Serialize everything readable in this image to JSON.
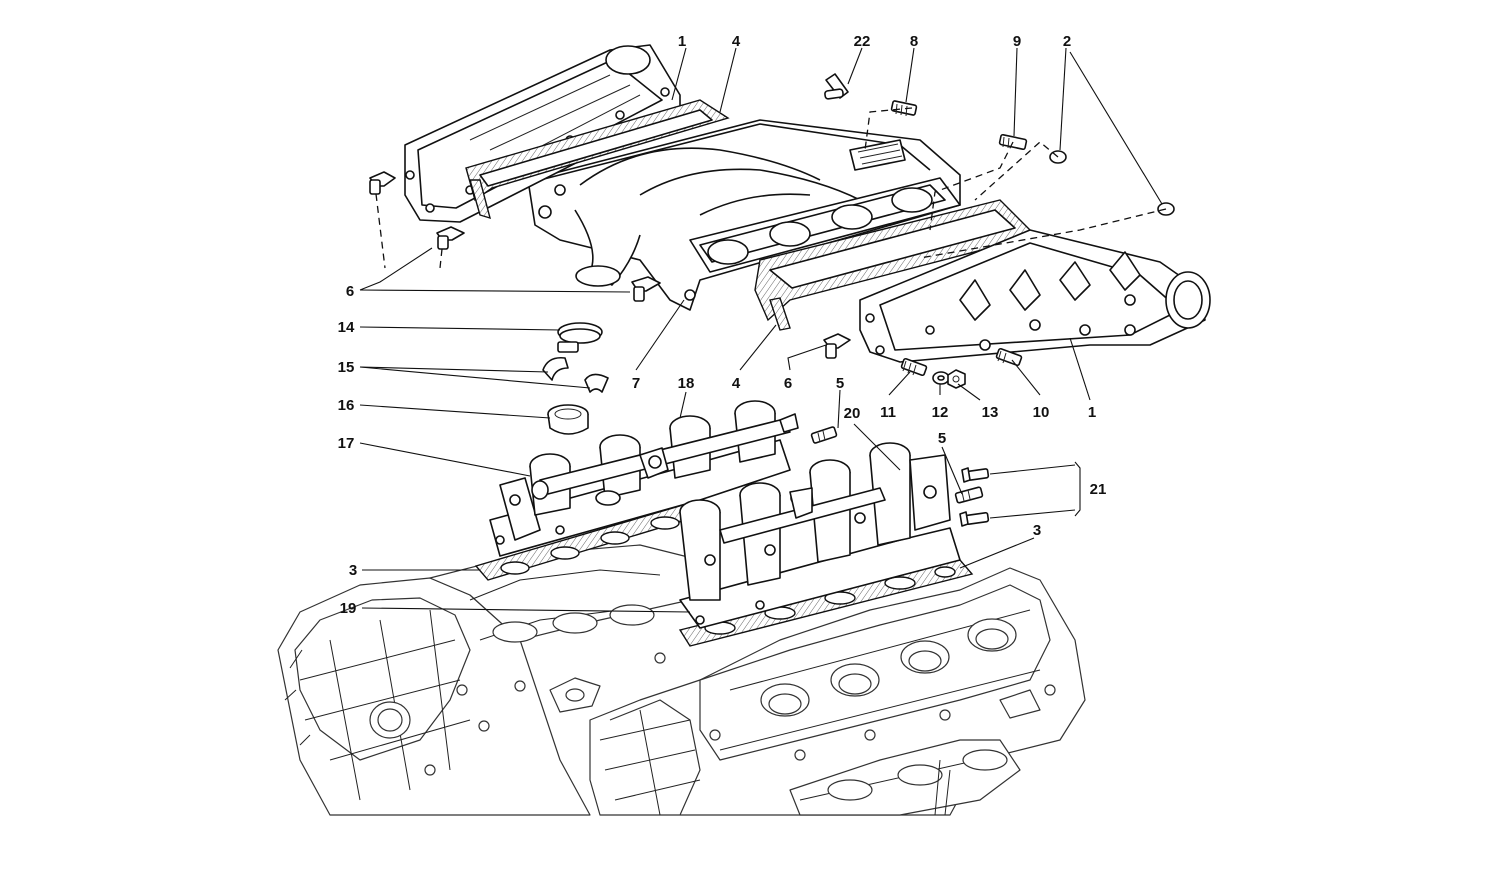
{
  "callouts": {
    "c1a": "1",
    "c4a": "4",
    "c22": "22",
    "c8": "8",
    "c9": "9",
    "c2": "2",
    "c6a": "6",
    "c14": "14",
    "c15": "15",
    "c16": "16",
    "c17": "17",
    "c7": "7",
    "c18": "18",
    "c4b": "4",
    "c6b": "6",
    "c5a": "5",
    "c11": "11",
    "c12": "12",
    "c13": "13",
    "c10": "10",
    "c1b": "1",
    "c20": "20",
    "c5b": "5",
    "c21": "21",
    "c3a": "3",
    "c3b": "3",
    "c19": "19"
  }
}
